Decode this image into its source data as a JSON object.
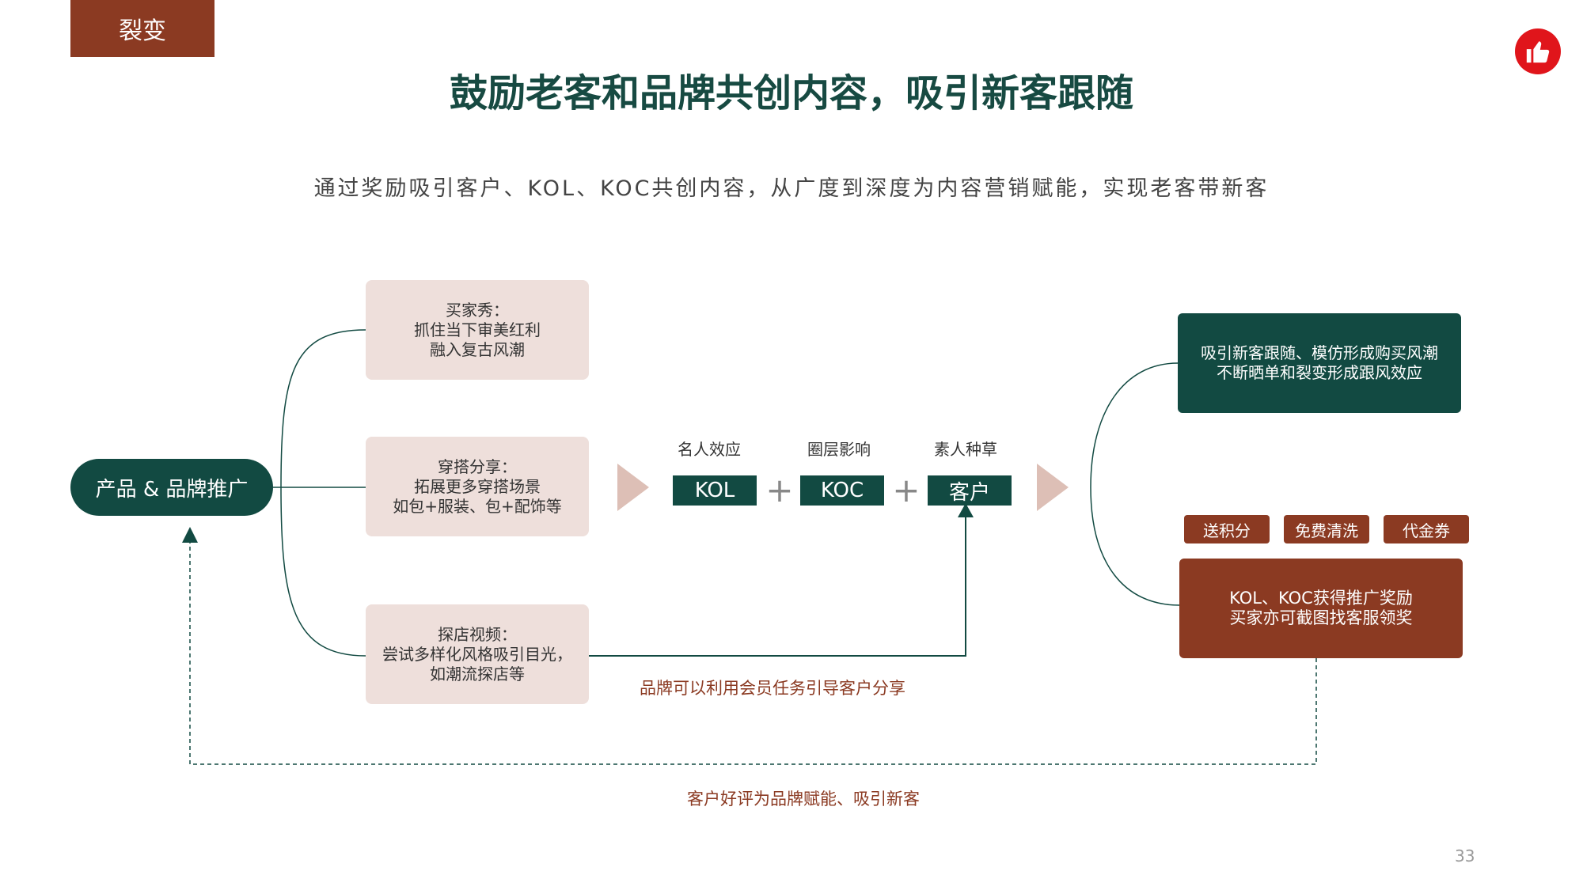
{
  "tag": "裂变",
  "title": "鼓励老客和品牌共创内容，吸引新客跟随",
  "subtitle": "通过奖励吸引客户、KOL、KOC共创内容，从广度到深度为内容营销赋能，实现老客带新客",
  "logo_icon": "thumbs-up-icon",
  "source_node": "产品 & 品牌推广",
  "content_boxes": [
    {
      "lines": [
        "买家秀：",
        "抓住当下审美红利",
        "融入复古风潮"
      ]
    },
    {
      "lines": [
        "穿搭分享：",
        "拓展更多穿搭场景",
        "如包+服装、包+配饰等"
      ]
    },
    {
      "lines": [
        "探店视频：",
        "尝试多样化风格吸引目光，",
        "如潮流探店等"
      ]
    }
  ],
  "influencers": [
    {
      "caption": "名人效应",
      "label": "KOL"
    },
    {
      "caption": "圈层影响",
      "label": "KOC"
    },
    {
      "caption": "素人种草",
      "label": "客户"
    }
  ],
  "plus": "+",
  "result_box": {
    "lines": [
      "吸引新客跟随、模仿形成购买风潮",
      "不断晒单和裂变形成跟风效应"
    ]
  },
  "rewards": [
    "送积分",
    "免费清洗",
    "代金券"
  ],
  "reward_box": {
    "lines": [
      "KOL、KOC获得推广奖励",
      "买家亦可截图找客服领奖"
    ]
  },
  "member_note": "品牌可以利用会员任务引导客户分享",
  "feedback_note": "客户好评为品牌赋能、吸引新客",
  "page_number": "33",
  "colors": {
    "teal": "#124A42",
    "rust": "#8B3A22",
    "pink": "#EEDFDB",
    "arrow": "#DDBFB6",
    "logo_red": "#E0151B"
  }
}
